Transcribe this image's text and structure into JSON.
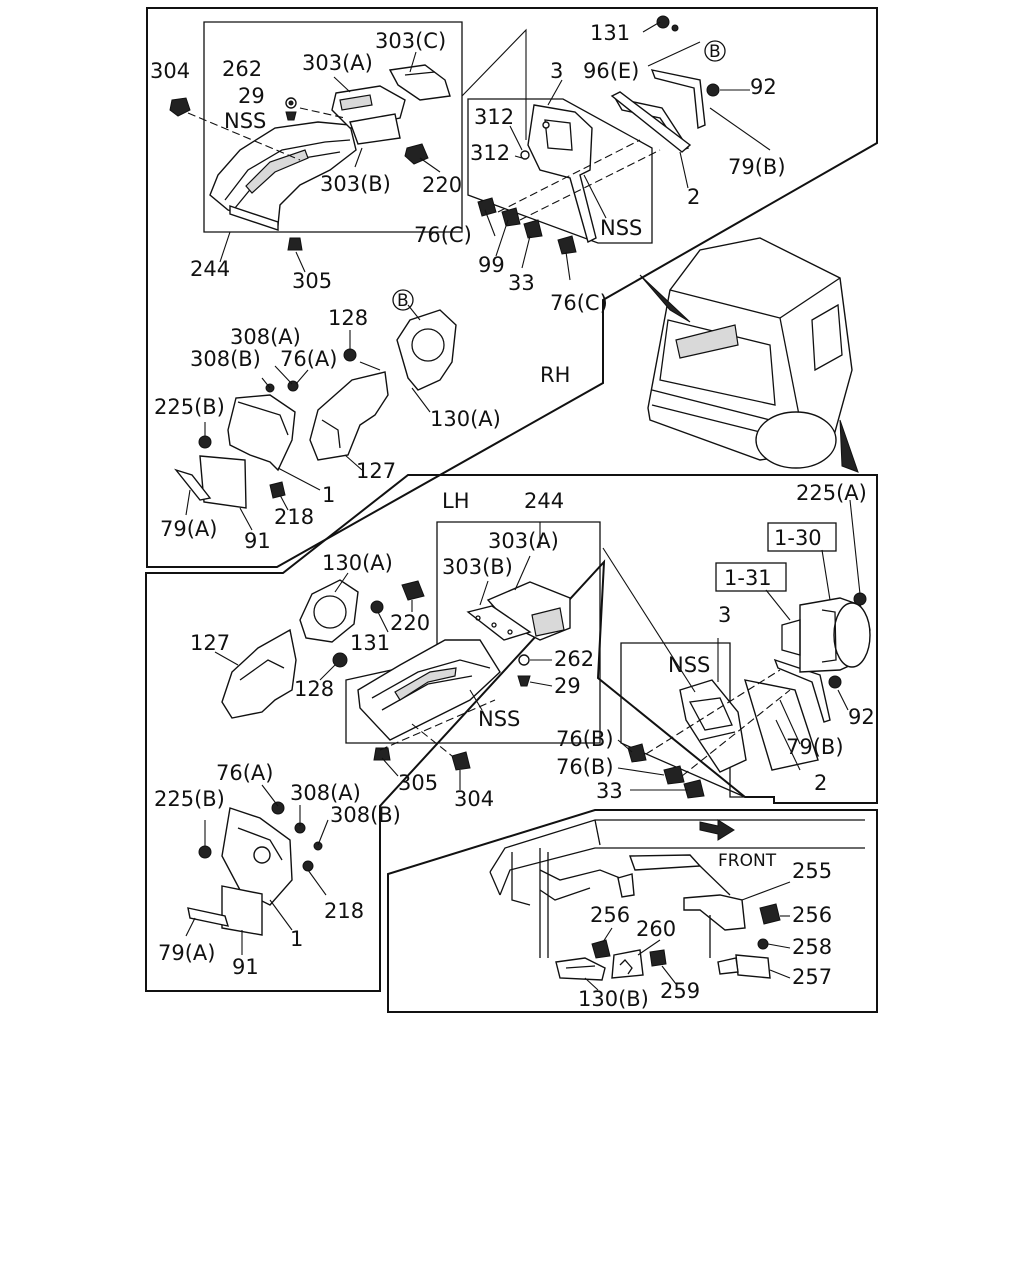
{
  "labels": {
    "rh": "RH",
    "lh": "LH",
    "front": "FRONT",
    "nss": "NSS",
    "circle_b": "B",
    "p131": "131",
    "p96e": "96(E)",
    "p92": "92",
    "p3": "3",
    "p303c": "303(C)",
    "p304": "304",
    "p262": "262",
    "p303a": "303(A)",
    "p29": "29",
    "p312": "312",
    "p303b": "303(B)",
    "p220": "220",
    "p79b": "79(B)",
    "p2": "2",
    "p76c": "76(C)",
    "p244": "244",
    "p99": "99",
    "p33": "33",
    "p305": "305",
    "p128": "128",
    "p308a": "308(A)",
    "p308b": "308(B)",
    "p76a": "76(A)",
    "p225b": "225(B)",
    "p130a": "130(A)",
    "p127": "127",
    "p1": "1",
    "p218": "218",
    "p79a": "79(A)",
    "p91": "91",
    "p225a": "225(A)",
    "p1_30": "1-30",
    "p1_31": "1-31",
    "p76b": "76(B)",
    "p255": "255",
    "p256": "256",
    "p260": "260",
    "p258": "258",
    "p257": "257",
    "p259": "259",
    "p130b": "130(B)"
  },
  "colors": {
    "ink": "#111111",
    "paper": "#ffffff",
    "shade": "#d9d9d9"
  }
}
